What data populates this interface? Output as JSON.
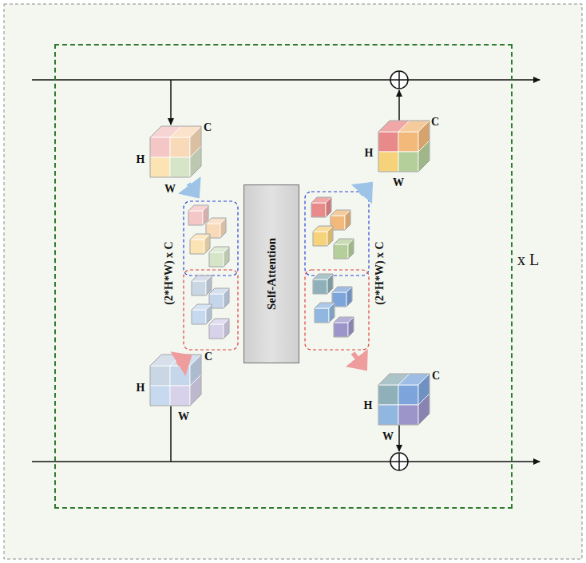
{
  "diagram": {
    "nodes": [
      {
        "text": [
          "x L"
        ]
      },
      {
        "text": [
          "Self-Attention"
        ],
        "in": 0
      }
    ],
    "labels": [
      "C",
      "H",
      "W",
      "C",
      "H",
      "W",
      "(2*H*W) x C",
      "(2*H*W) x C",
      "C",
      "H",
      "W",
      "C",
      "H",
      "W"
    ]
  }
}
